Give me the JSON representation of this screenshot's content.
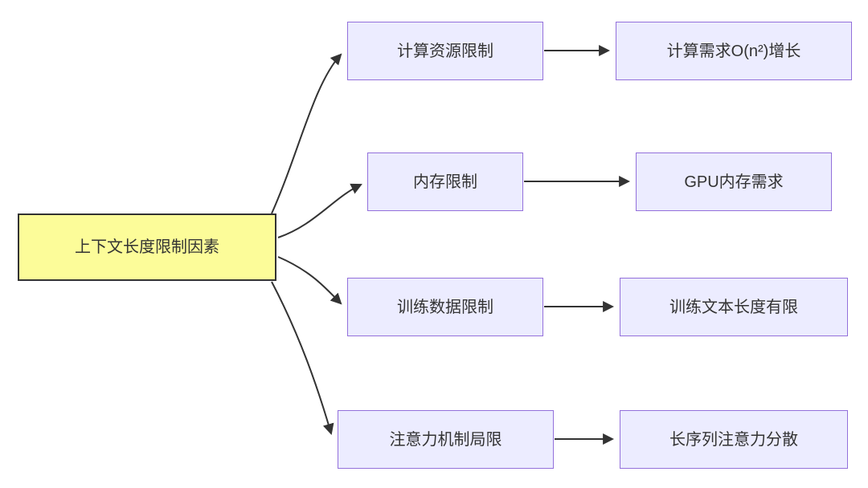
{
  "colors": {
    "root_fill": "#fcfc99",
    "root_border": "#333333",
    "node_fill": "#ececff",
    "node_border": "#9370db",
    "arrow": "#333333",
    "text": "#333333"
  },
  "nodes": {
    "root": {
      "label": "上下文长度限制因素"
    },
    "mid": [
      {
        "label": "计算资源限制"
      },
      {
        "label": "内存限制"
      },
      {
        "label": "训练数据限制"
      },
      {
        "label": "注意力机制局限"
      }
    ],
    "right": [
      {
        "label": "计算需求O(n²)增长"
      },
      {
        "label": "GPU内存需求"
      },
      {
        "label": "训练文本长度有限"
      },
      {
        "label": "长序列注意力分散"
      }
    ]
  },
  "edges": [
    {
      "from": "上下文长度限制因素",
      "to": "计算资源限制"
    },
    {
      "from": "上下文长度限制因素",
      "to": "内存限制"
    },
    {
      "from": "上下文长度限制因素",
      "to": "训练数据限制"
    },
    {
      "from": "上下文长度限制因素",
      "to": "注意力机制局限"
    },
    {
      "from": "计算资源限制",
      "to": "计算需求O(n²)增长"
    },
    {
      "from": "内存限制",
      "to": "GPU内存需求"
    },
    {
      "from": "训练数据限制",
      "to": "训练文本长度有限"
    },
    {
      "from": "注意力机制局限",
      "to": "长序列注意力分散"
    }
  ]
}
